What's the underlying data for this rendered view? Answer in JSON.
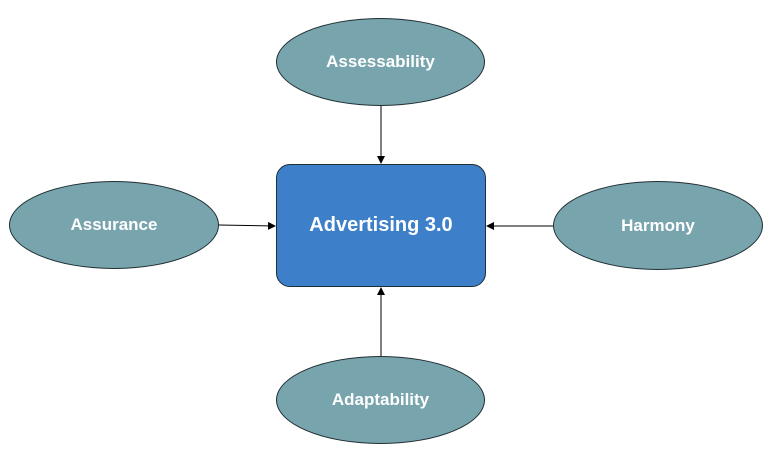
{
  "diagram": {
    "center": {
      "label": "Advertising 3.0",
      "fill": "#3d7fc9"
    },
    "nodes": [
      {
        "id": "assessability",
        "label": "Assessability"
      },
      {
        "id": "assurance",
        "label": "Assurance"
      },
      {
        "id": "harmony",
        "label": "Harmony"
      },
      {
        "id": "adaptability",
        "label": "Adaptability"
      }
    ],
    "node_fill": "#78a4ad",
    "edges": [
      {
        "from": "assessability",
        "to": "center"
      },
      {
        "from": "assurance",
        "to": "center"
      },
      {
        "from": "harmony",
        "to": "center"
      },
      {
        "from": "adaptability",
        "to": "center"
      }
    ],
    "edge_color": "#000000"
  }
}
